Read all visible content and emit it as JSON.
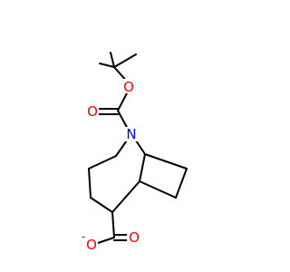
{
  "molecule": {
    "atoms": {
      "o_ether": {
        "label": "O",
        "color": "#ff0000"
      },
      "o_carbonyl": {
        "label": "O",
        "color": "#ff0000"
      },
      "n_bridge": {
        "label": "N",
        "color": "#0000ff"
      },
      "o_carboxyl_double": {
        "label": "O",
        "color": "#ff0000"
      },
      "o_carboxylate": {
        "label": "O",
        "color": "#ff0000"
      },
      "o_carboxylate_charge": {
        "label": "-",
        "color": "#000000"
      }
    },
    "bond_color": "#000000"
  }
}
